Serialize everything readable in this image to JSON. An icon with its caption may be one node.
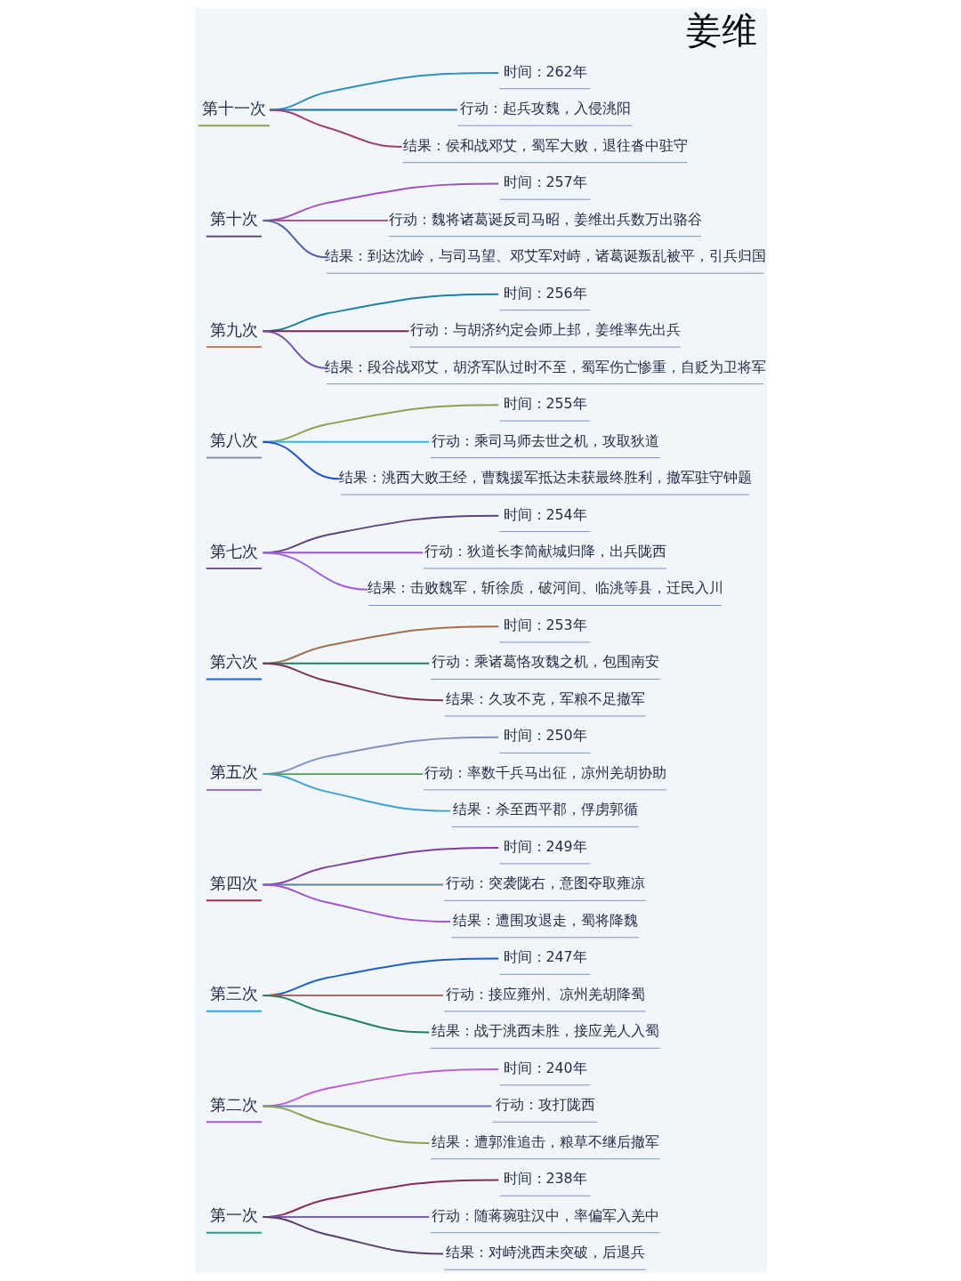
{
  "diagram": {
    "title": "姜维",
    "nodes": [
      {
        "text": [
          "第一次"
        ]
      },
      {
        "text": [
          "时间：238年"
        ]
      },
      {
        "text": [
          "行动：随蒋琬驻汉中，率偏军入羌中"
        ]
      },
      {
        "text": [
          "结果：对峙洮西未突破，后退兵"
        ]
      },
      {
        "text": [
          "第二次"
        ]
      },
      {
        "text": [
          "时间：240年"
        ]
      },
      {
        "text": [
          "行动：攻打陇西"
        ]
      },
      {
        "text": [
          "结果：遭郭淮追击，粮草不继后撤军"
        ]
      },
      {
        "text": [
          "第三次"
        ]
      },
      {
        "text": [
          "时间：247年"
        ]
      },
      {
        "text": [
          "行动：接应雍州、凉州羌胡降蜀"
        ]
      },
      {
        "text": [
          "结果：战于洮西未胜，接应羌人入蜀"
        ]
      },
      {
        "text": [
          "第四次"
        ]
      },
      {
        "text": [
          "时间：249年"
        ]
      },
      {
        "text": [
          "行动：突袭陇右，意图夺取雍凉"
        ]
      },
      {
        "text": [
          "结果：遭围攻退走，蜀将降魏"
        ]
      },
      {
        "text": [
          "第五次"
        ]
      },
      {
        "text": [
          "时间：250年"
        ]
      },
      {
        "text": [
          "行动：率数千兵马出征，凉州羌胡协助"
        ]
      },
      {
        "text": [
          "结果：杀至西平郡，俘虏郭循"
        ]
      },
      {
        "text": [
          "第六次"
        ]
      },
      {
        "text": [
          "时间：253年"
        ]
      },
      {
        "text": [
          "行动：乘诸葛恪攻魏之机，包围南安"
        ]
      },
      {
        "text": [
          "结果：久攻不克，军粮不足撤军"
        ]
      },
      {
        "text": [
          "第七次"
        ]
      },
      {
        "text": [
          "时间：254年"
        ]
      },
      {
        "text": [
          "行动：狄道长李简献城归降，出兵陇西"
        ]
      },
      {
        "text": [
          "结果：击败魏军，斩徐质，破河间、临洮等县，迁民入川"
        ]
      },
      {
        "text": [
          "第八次"
        ]
      },
      {
        "text": [
          "时间：255年"
        ]
      },
      {
        "text": [
          "行动：乘司马师去世之机，攻取狄道"
        ]
      },
      {
        "text": [
          "结果：洮西大败王经，曹魏援军抵达未获最终胜利，撤军驻守钟题"
        ]
      },
      {
        "text": [
          "第九次"
        ]
      },
      {
        "text": [
          "时间：256年"
        ]
      },
      {
        "text": [
          "行动：与胡济约定会师上邽，姜维率先出兵"
        ]
      },
      {
        "text": [
          "结果：段谷战邓艾，胡济军队过时不至，蜀军伤亡惨重，自贬为卫将军"
        ]
      },
      {
        "text": [
          "第十次"
        ]
      },
      {
        "text": [
          "时间：257年"
        ]
      },
      {
        "text": [
          "行动：魏将诸葛诞反司马昭，姜维出兵数万出骆谷"
        ]
      },
      {
        "text": [
          "结果：到达沈岭，与司马望、邓艾军对峙，诸葛诞叛乱被平，引兵归国"
        ]
      },
      {
        "text": [
          "第十一次"
        ]
      },
      {
        "text": [
          "时间：262年"
        ]
      },
      {
        "text": [
          "行动：起兵攻魏，入侵洮阳"
        ]
      },
      {
        "text": [
          "结果：侯和战邓艾，蜀军大败，退往沓中驻守"
        ]
      }
    ],
    "edges": [
      {
        "from": 0,
        "to": 1,
        "arrow": "none",
        "color": "#8b2a5a"
      },
      {
        "from": 0,
        "to": 2,
        "arrow": "none",
        "color": "#7a5ccf"
      },
      {
        "from": 0,
        "to": 3,
        "arrow": "none",
        "color": "#5a3a6a"
      },
      {
        "from": 4,
        "to": 5,
        "arrow": "none",
        "color": "#c060d0"
      },
      {
        "from": 4,
        "to": 6,
        "arrow": "none",
        "color": "#6a7ab0"
      },
      {
        "from": 4,
        "to": 7,
        "arrow": "none",
        "color": "#8aa050"
      },
      {
        "from": 8,
        "to": 9,
        "arrow": "none",
        "color": "#2060c0"
      },
      {
        "from": 8,
        "to": 10,
        "arrow": "none",
        "color": "#c06060"
      },
      {
        "from": 8,
        "to": 11,
        "arrow": "none",
        "color": "#208060"
      },
      {
        "from": 12,
        "to": 13,
        "arrow": "none",
        "color": "#8040a0"
      },
      {
        "from": 12,
        "to": 14,
        "arrow": "none",
        "color": "#6080a0"
      },
      {
        "from": 12,
        "to": 15,
        "arrow": "none",
        "color": "#a050d0"
      },
      {
        "from": 16,
        "to": 17,
        "arrow": "none",
        "color": "#8090c0"
      },
      {
        "from": 16,
        "to": 18,
        "arrow": "none",
        "color": "#50a050"
      },
      {
        "from": 16,
        "to": 19,
        "arrow": "none",
        "color": "#40a0d0"
      },
      {
        "from": 20,
        "to": 21,
        "arrow": "none",
        "color": "#a07050"
      },
      {
        "from": 20,
        "to": 22,
        "arrow": "none",
        "color": "#208060"
      },
      {
        "from": 20,
        "to": 23,
        "arrow": "none",
        "color": "#803050"
      },
      {
        "from": 24,
        "to": 25,
        "arrow": "none",
        "color": "#604080"
      },
      {
        "from": 24,
        "to": 26,
        "arrow": "none",
        "color": "#a050d0"
      },
      {
        "from": 24,
        "to": 27,
        "arrow": "none",
        "color": "#a060e0"
      },
      {
        "from": 28,
        "to": 29,
        "arrow": "none",
        "color": "#90a050"
      },
      {
        "from": 28,
        "to": 30,
        "arrow": "none",
        "color": "#40b0d0"
      },
      {
        "from": 28,
        "to": 31,
        "arrow": "none",
        "color": "#2050c0"
      },
      {
        "from": 32,
        "to": 33,
        "arrow": "none",
        "color": "#2080a0"
      },
      {
        "from": 32,
        "to": 34,
        "arrow": "none",
        "color": "#802050"
      },
      {
        "from": 32,
        "to": 35,
        "arrow": "none",
        "color": "#7050b0"
      },
      {
        "from": 36,
        "to": 37,
        "arrow": "none",
        "color": "#a050c0"
      },
      {
        "from": 36,
        "to": 38,
        "arrow": "none",
        "color": "#a04080"
      },
      {
        "from": 36,
        "to": 39,
        "arrow": "none",
        "color": "#5060a0"
      },
      {
        "from": 40,
        "to": 41,
        "arrow": "none",
        "color": "#3090c0"
      },
      {
        "from": 40,
        "to": 42,
        "arrow": "none",
        "color": "#2070a0"
      },
      {
        "from": 40,
        "to": 43,
        "arrow": "none",
        "color": "#a04070"
      }
    ]
  }
}
